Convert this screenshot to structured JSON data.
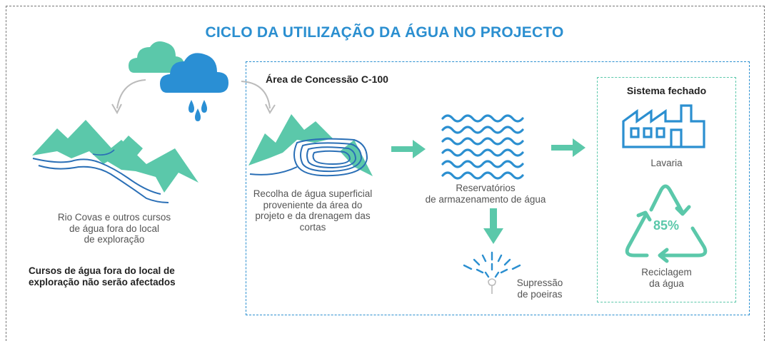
{
  "diagram": {
    "title": "CICLO DA UTILIZAÇÃO DA ÁGUA NO PROJECTO",
    "left": {
      "caption_lines": [
        "Rio Covas e outros cursos",
        "de água fora do local",
        "de exploração"
      ],
      "note_lines": [
        "Cursos de água fora do local de",
        "exploração não serão afectados"
      ]
    },
    "concession": {
      "label": "Área de Concessão C-100",
      "collection_lines": [
        "Recolha de água superficial",
        "proveniente da área do",
        "projeto e da drenagem das",
        "cortas"
      ],
      "reservoir_lines": [
        "Reservatórios",
        "de armazenamento de água"
      ],
      "dust_lines": [
        "Supressão",
        "de poeiras"
      ]
    },
    "closed_system": {
      "label": "Sistema fechado",
      "plant_label": "Lavaria",
      "recycle_percent": "85%",
      "recycle_lines": [
        "Reciclagem",
        "da água"
      ]
    },
    "colors": {
      "blue": "#2b8fd0",
      "teal": "#5bc8aa",
      "dark_blue": "#2a6fb6",
      "text_gray": "#555555"
    },
    "icons": [
      "cloud-icon",
      "rain-cloud-icon",
      "mountain-icon",
      "mining-pit-icon",
      "waves-icon",
      "arrow-right-icon",
      "arrow-down-icon",
      "sprinkler-icon",
      "factory-icon",
      "recycle-icon"
    ]
  }
}
